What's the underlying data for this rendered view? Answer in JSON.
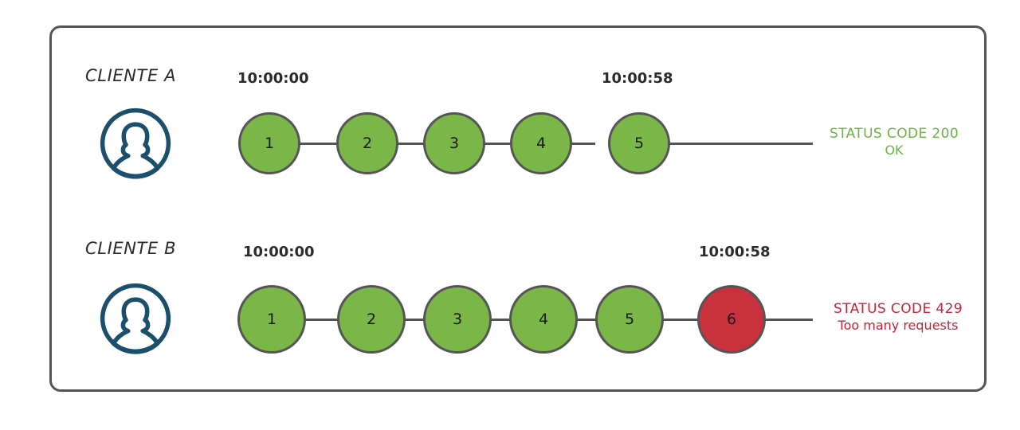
{
  "diagram": {
    "title_hidden": "",
    "colors": {
      "frame_border": "#555555",
      "node_green": "#7ab648",
      "node_red": "#c9323c",
      "node_stroke": "#555555",
      "avatar": "#1b4f6b",
      "status_ok": "#6cb33f",
      "status_error": "#cc2233",
      "text": "#2b2b2b"
    },
    "rows": [
      {
        "id": "client-a",
        "label": "CLIENTE A",
        "avatar_icon": "user-avatar-icon",
        "start_time": "10:00:00",
        "end_time": "10:00:58",
        "nodes": [
          {
            "label": "1",
            "state": "ok"
          },
          {
            "label": "2",
            "state": "ok"
          },
          {
            "label": "3",
            "state": "ok"
          },
          {
            "label": "4",
            "state": "ok"
          },
          {
            "label": "5",
            "state": "ok"
          }
        ],
        "status": {
          "line1": "STATUS CODE 200",
          "line2": "OK",
          "state": "ok"
        }
      },
      {
        "id": "client-b",
        "label": "CLIENTE B",
        "avatar_icon": "user-avatar-icon",
        "start_time": "10:00:00",
        "end_time": "10:00:58",
        "nodes": [
          {
            "label": "1",
            "state": "ok"
          },
          {
            "label": "2",
            "state": "ok"
          },
          {
            "label": "3",
            "state": "ok"
          },
          {
            "label": "4",
            "state": "ok"
          },
          {
            "label": "5",
            "state": "ok"
          },
          {
            "label": "6",
            "state": "error"
          }
        ],
        "status": {
          "line1": "STATUS CODE 429",
          "line2": "Too many requests",
          "state": "error"
        }
      }
    ]
  }
}
